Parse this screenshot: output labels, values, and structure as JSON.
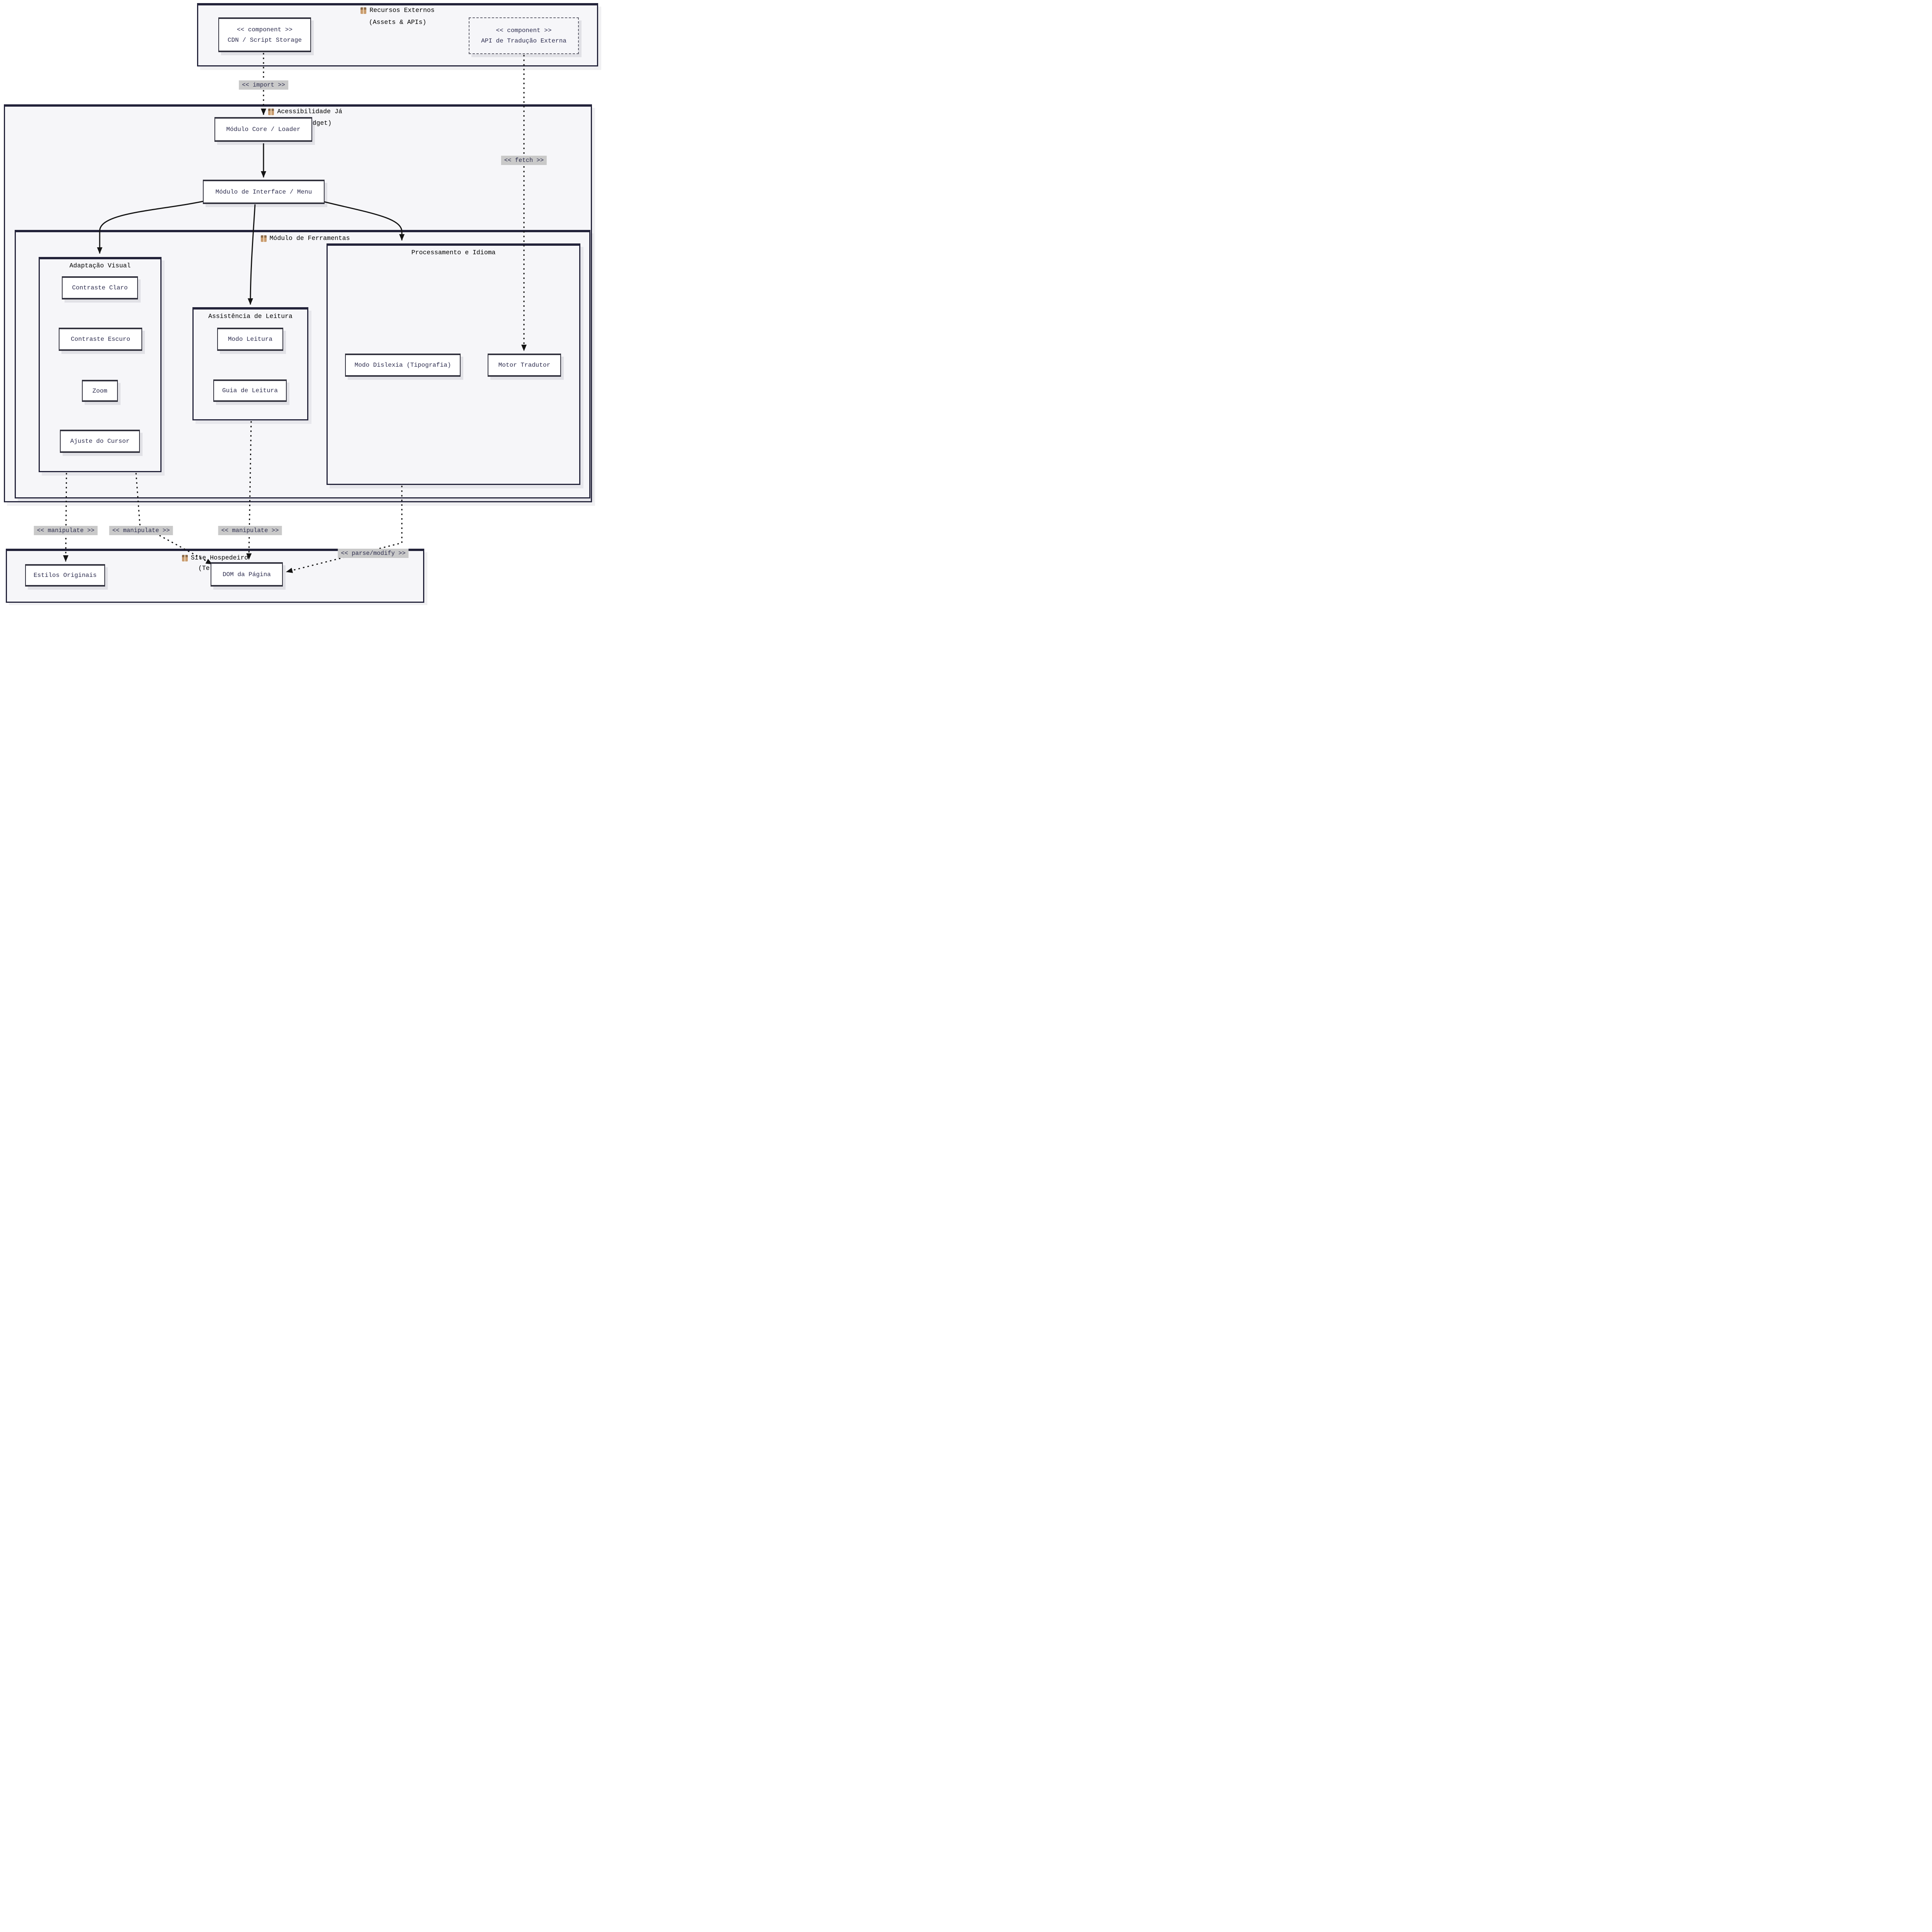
{
  "clusters": {
    "recursos": {
      "icon": "package",
      "title": "Recursos Externos",
      "subtitle": "(Assets & APIs)"
    },
    "widget": {
      "icon": "package",
      "title": "Acessibilidade Já",
      "subtitle": "(Widget)"
    },
    "ferramentas": {
      "icon": "package",
      "title": "Módulo de Ferramentas"
    },
    "processamento": {
      "title": "Processamento e Idioma"
    },
    "adaptacao": {
      "title": "Adaptação Visual"
    },
    "assistencia": {
      "title": "Assistência de Leitura"
    },
    "site": {
      "icon": "package",
      "title": "Site Hospedeiro",
      "subtitle": "(Te"
    }
  },
  "nodes": {
    "cdn": {
      "stereotype": "<< component >>",
      "label": "CDN / Script Storage"
    },
    "api": {
      "stereotype": "<< component >>",
      "label": "API de Tradução Externa"
    },
    "core": {
      "label": "Módulo Core / Loader"
    },
    "interface": {
      "label": "Módulo de Interface / Menu"
    },
    "contraste_claro": {
      "label": "Contraste Claro"
    },
    "contraste_escuro": {
      "label": "Contraste Escuro"
    },
    "zoom": {
      "label": "Zoom"
    },
    "cursor": {
      "label": "Ajuste do Cursor"
    },
    "modo_leitura": {
      "label": "Modo Leitura"
    },
    "guia_leitura": {
      "label": "Guia de Leitura"
    },
    "dislexia": {
      "label": "Modo Dislexia (Tipografia)"
    },
    "tradutor": {
      "label": "Motor Tradutor"
    },
    "estilos": {
      "label": "Estilos Originais"
    },
    "dom": {
      "label": "DOM da Página"
    }
  },
  "edges": {
    "import_label": "<< import >>",
    "fetch_label": "<< fetch >>",
    "manipulate_label_1": "<< manipulate >>",
    "manipulate_label_2": "<< manipulate >>",
    "manipulate_label_3": "<< manipulate >>",
    "parse_label": "<< parse/modify >>"
  },
  "colors": {
    "cluster_fill": "#f6f6f9",
    "cluster_border": "#23233a",
    "node_fill": "#ffffff",
    "node_border": "#32323e",
    "node_text": "#2b2b4d",
    "edge_label_bg": "#c9c9c9",
    "arrow": "#141414"
  }
}
